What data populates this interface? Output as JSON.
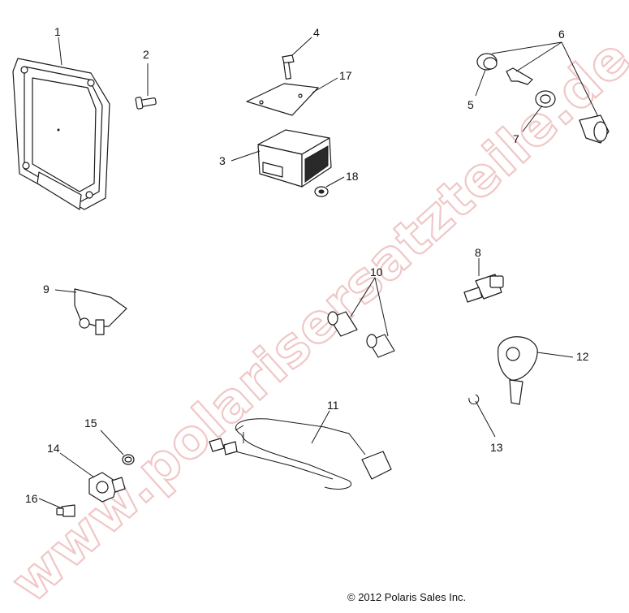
{
  "watermark": {
    "text": "www.polarisersatzteile.de",
    "color": "#f0c7c7"
  },
  "copyright": "© 2012 Polaris Sales Inc.",
  "callouts": {
    "c1": "1",
    "c2": "2",
    "c3": "3",
    "c4": "4",
    "c5": "5",
    "c6": "6",
    "c7": "7",
    "c8": "8",
    "c9": "9",
    "c10": "10",
    "c11": "11",
    "c12": "12",
    "c13": "13",
    "c14": "14",
    "c15": "15",
    "c16": "16",
    "c17": "17",
    "c18": "18"
  }
}
